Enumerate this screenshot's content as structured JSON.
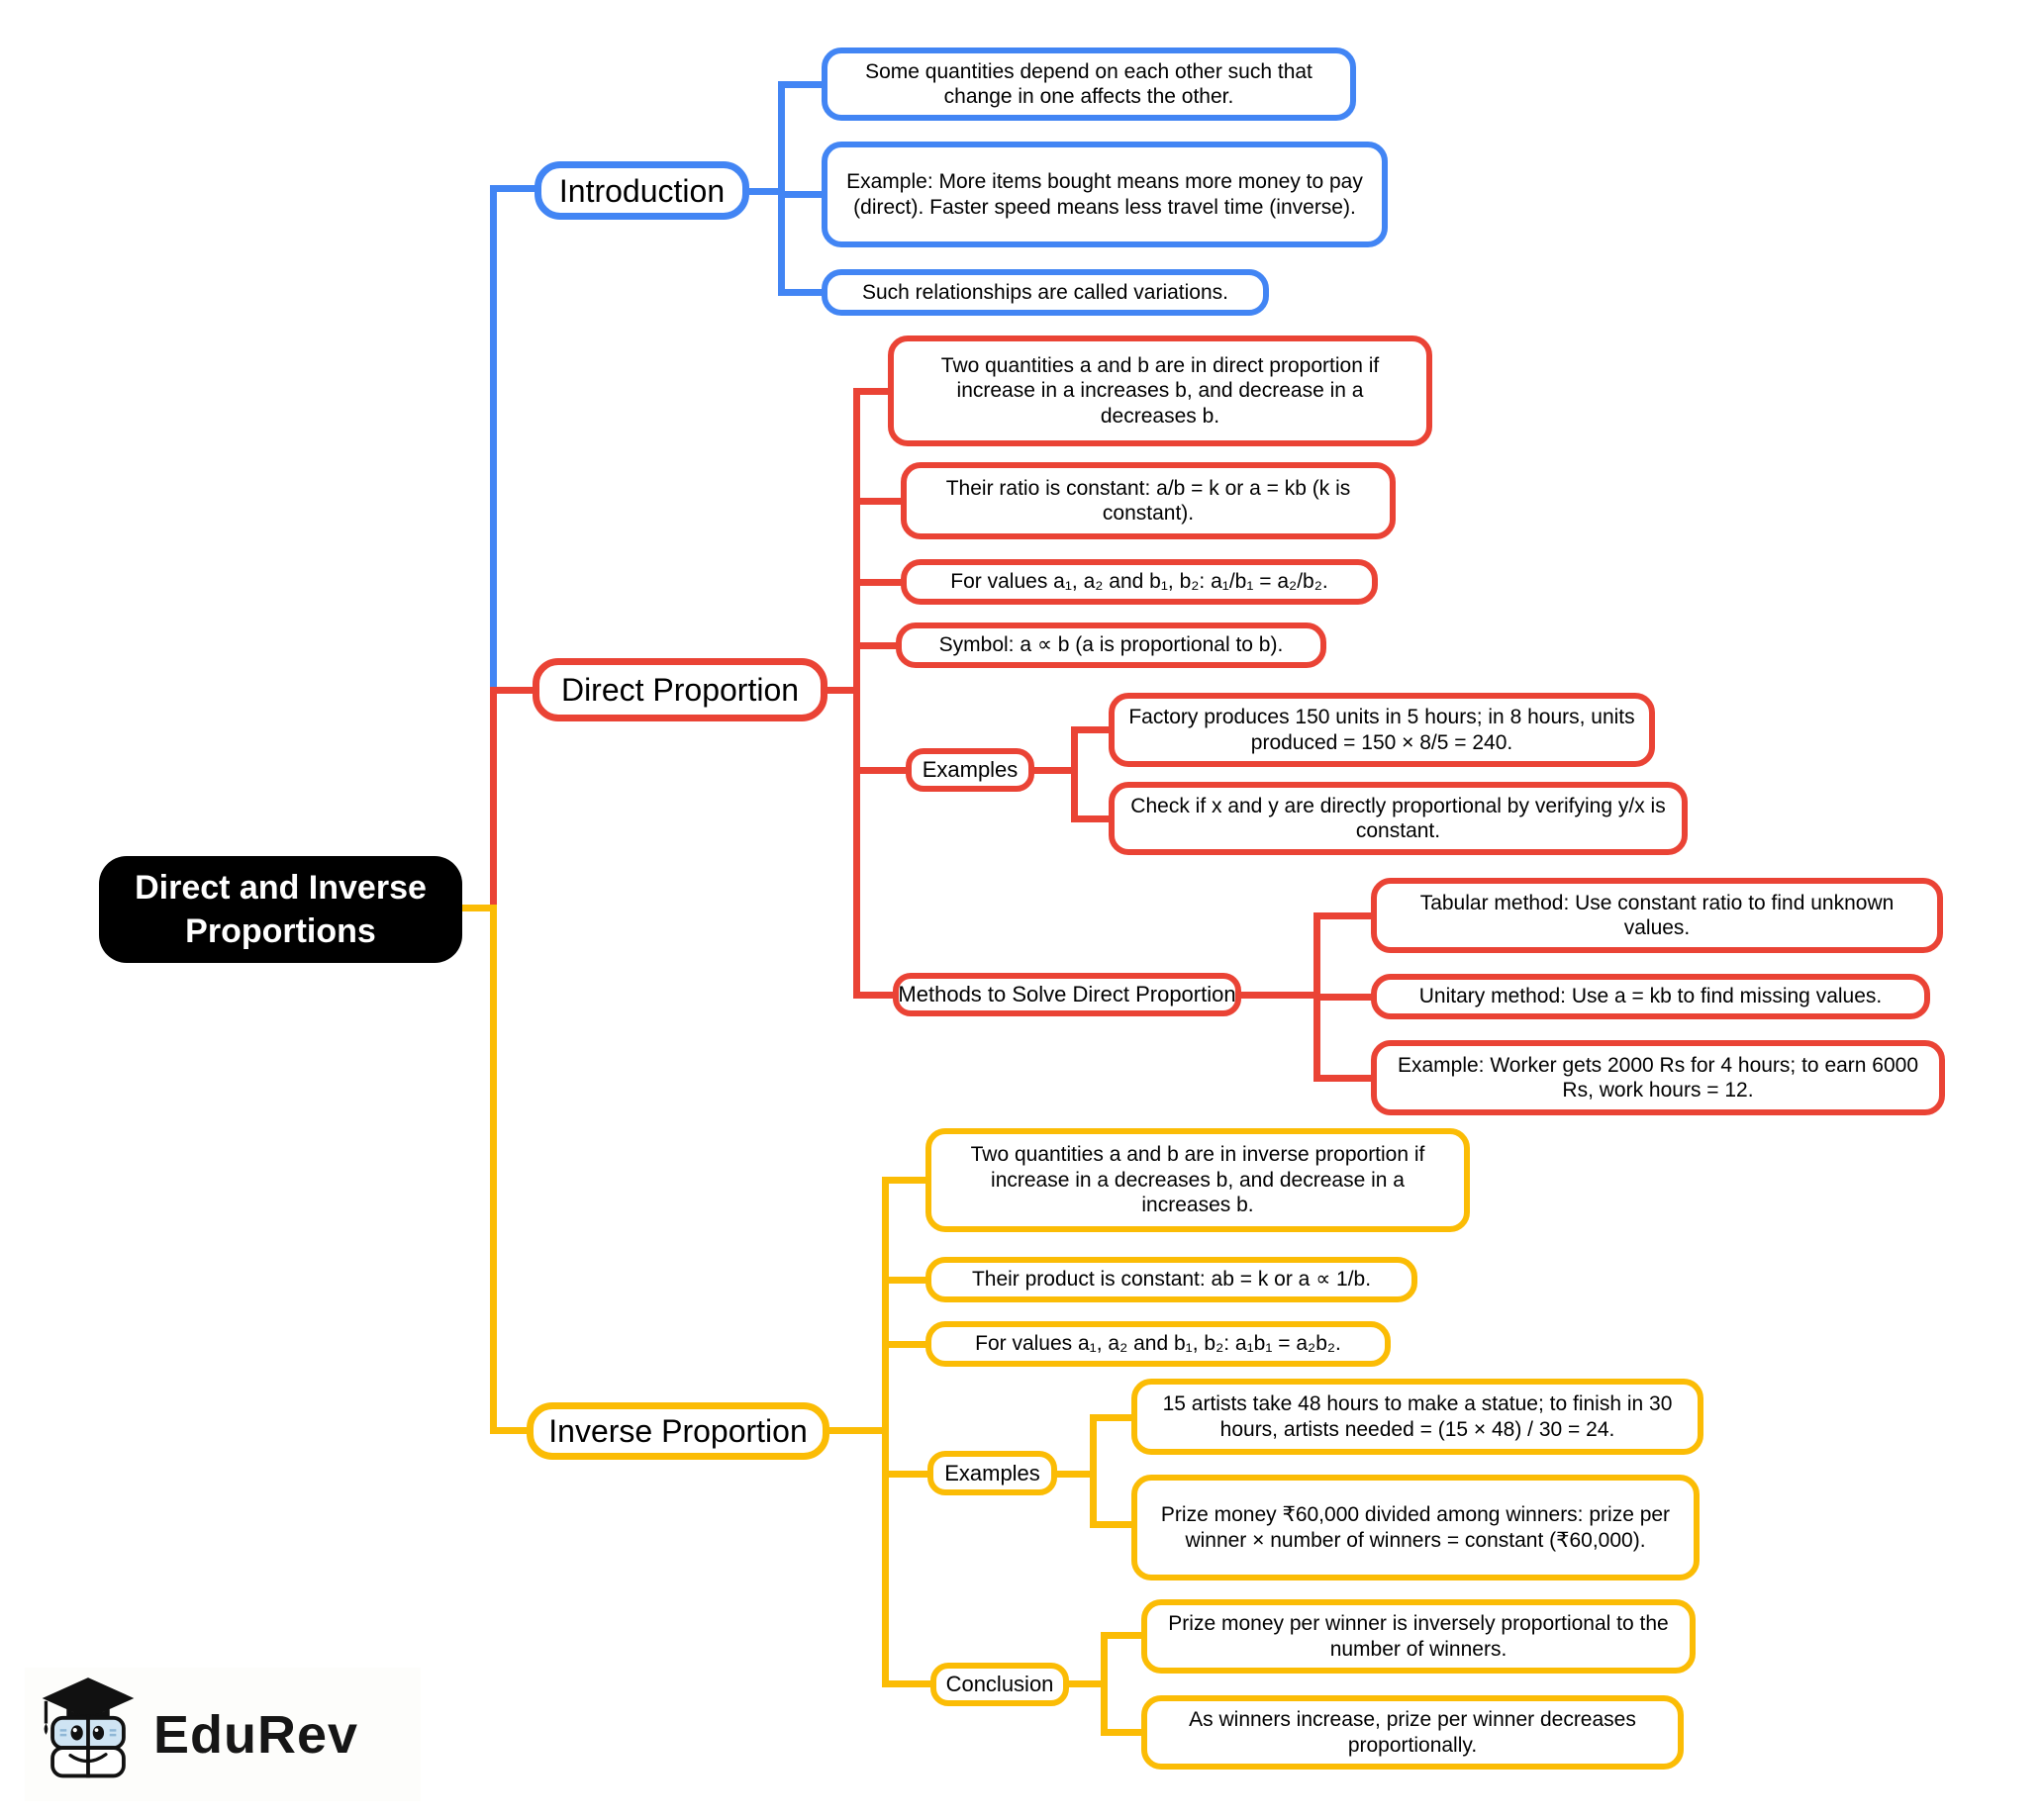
{
  "meta": {
    "title": "Direct and Inverse Proportions mind map"
  },
  "root": {
    "label": "Direct and Inverse Proportions"
  },
  "colors": {
    "blue": "#4285F4",
    "red": "#EA4335",
    "yellow": "#FBBC05",
    "root_bg": "#000000"
  },
  "branches": {
    "introduction": {
      "label": "Introduction",
      "children": [
        "Some quantities depend on each other such that change in one affects the other.",
        "Example: More items bought means more money to pay (direct). Faster speed means less travel time (inverse).",
        "Such relationships are called variations."
      ]
    },
    "direct": {
      "label": "Direct Proportion",
      "children": [
        "Two quantities a and b are in direct proportion if increase in a increases b, and decrease in a decreases b.",
        "Their ratio is constant: a/b = k or a = kb (k is constant).",
        "For values a₁, a₂ and b₁, b₂: a₁/b₁ = a₂/b₂.",
        "Symbol: a ∝ b (a is proportional to b)."
      ],
      "examples": {
        "label": "Examples",
        "children": [
          "Factory produces 150 units in 5 hours; in 8 hours, units produced = 150 × 8/5 = 240.",
          "Check if x and y are directly proportional by verifying y/x is constant."
        ]
      },
      "methods": {
        "label": "Methods to Solve Direct Proportion",
        "children": [
          "Tabular method: Use constant ratio to find unknown values.",
          "Unitary method: Use a = kb to find missing values.",
          "Example: Worker gets 2000 Rs for 4 hours; to earn 6000 Rs, work hours = 12."
        ]
      }
    },
    "inverse": {
      "label": "Inverse Proportion",
      "children": [
        "Two quantities a and b are in inverse proportion if increase in a decreases b, and decrease in a increases b.",
        "Their product is constant: ab = k or a ∝ 1/b.",
        "For values a₁, a₂ and b₁, b₂: a₁b₁ = a₂b₂."
      ],
      "examples": {
        "label": "Examples",
        "children": [
          "15 artists take 48 hours to make a statue; to finish in 30 hours, artists needed = (15 × 48) / 30 = 24.",
          "Prize money ₹60,000 divided among winners: prize per winner × number of winners = constant (₹60,000)."
        ]
      },
      "conclusion": {
        "label": "Conclusion",
        "children": [
          "Prize money per winner is inversely proportional to the number of winners.",
          "As winners increase, prize per winner decreases proportionally."
        ]
      }
    }
  },
  "branding": {
    "logo_text": "EduRev"
  }
}
